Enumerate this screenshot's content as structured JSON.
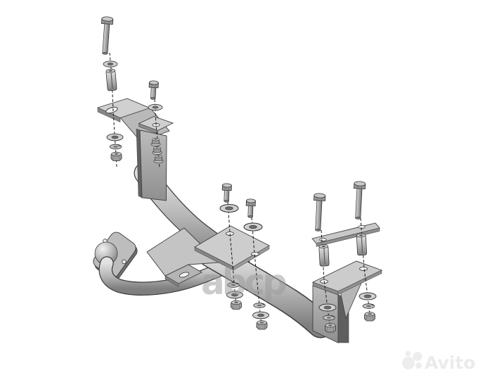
{
  "image": {
    "type": "exploded-assembly-technical-diagram",
    "subject": "tow-bar hitch kit with mounting hardware",
    "background": "#ffffff"
  },
  "watermarks": {
    "abcp": {
      "text": "abcp",
      "color": "#999999",
      "opacity": "0.5"
    },
    "avito": {
      "text": "Avito",
      "color": "#ebebeb"
    }
  },
  "colors": {
    "metal_light": "#d0d0d0",
    "metal_mid": "#a8a8a8",
    "metal_dark": "#6b6b6b",
    "outline": "#3f3f3f",
    "dashed_guide": "#1a1a1a"
  },
  "parts": {
    "tow_ball": "tow ball with mount plate",
    "main_tube": "curved cross-beam tube",
    "left_bracket": "left mounting bracket with slotted top plate",
    "center_plate": "center gusset with two-hole mounting plate",
    "right_bracket": "right mounting bracket with gusset",
    "backing_strip": "two-hole backing strip plate",
    "hardware_counts": {
      "long_bolts": 3,
      "short_bolts": 3,
      "flat_washers": 9,
      "spring_washers": 5,
      "nuts": 5,
      "plate_fasteners": 3,
      "spacer_sleeves": 3
    }
  }
}
